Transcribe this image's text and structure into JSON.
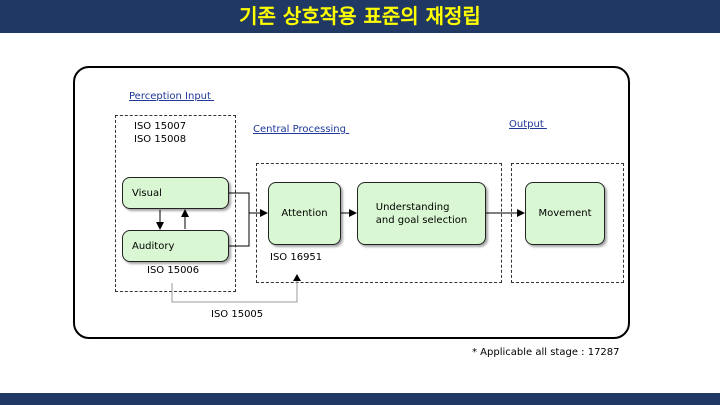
{
  "header": {
    "title": "기존 상호작용 표준의 재정립"
  },
  "colors": {
    "title_bar": "#1f3864",
    "title_text": "#ffff00",
    "node_fill": "#d9f7d2",
    "section_label": "#1f3899"
  },
  "sections": {
    "perception": "Perception Input ",
    "central": "Central Processing ",
    "output": "Output "
  },
  "standards": {
    "perception_a": "ISO 15007",
    "perception_b": "ISO 15008",
    "auditory": "ISO 15006",
    "attention": "ISO 16951",
    "link": "ISO 15005"
  },
  "nodes": {
    "visual": "Visual",
    "auditory": "Auditory",
    "attention": "Attention",
    "understanding": "Understanding\nand goal selection",
    "movement": "Movement"
  },
  "footnote": "* Applicable all stage : 17287"
}
